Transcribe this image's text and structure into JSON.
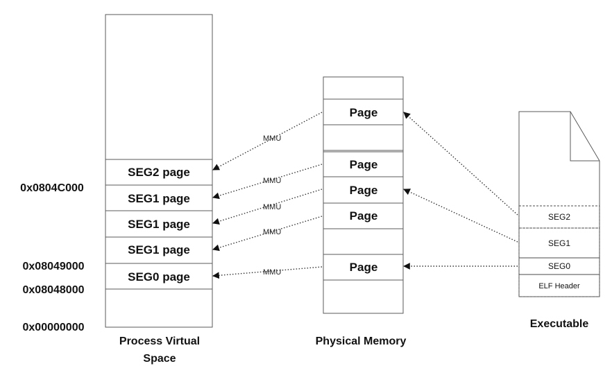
{
  "virtual_space": {
    "caption_line1": "Process Virtual",
    "caption_line2": "Space",
    "pages": [
      "SEG2 page",
      "SEG1 page",
      "SEG1 page",
      "SEG1 page",
      "SEG0 page"
    ],
    "addresses": [
      "0x0804C000",
      "0x08049000",
      "0x08048000",
      "0x00000000"
    ]
  },
  "physical_memory": {
    "caption": "Physical Memory",
    "pages": [
      "Page",
      "Page",
      "Page",
      "Page",
      "Page"
    ]
  },
  "executable": {
    "caption": "Executable",
    "segments": [
      "SEG2",
      "SEG1",
      "SEG0",
      "ELF Header"
    ]
  },
  "mappings": {
    "mmu_label": "MMU"
  },
  "colors": {
    "stroke": "#5a5a5a",
    "arrow": "#333333",
    "text": "#111111"
  }
}
